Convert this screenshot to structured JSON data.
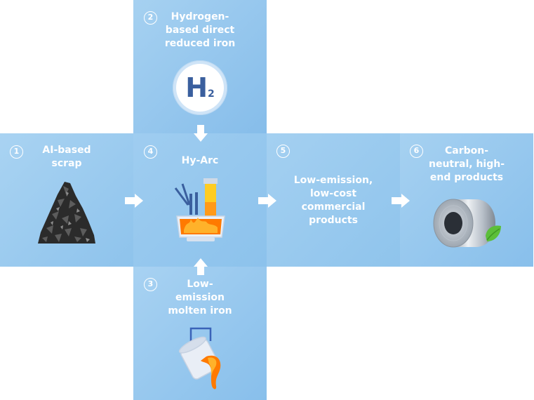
{
  "steps": [
    {
      "number": "1",
      "title": "AI-based\nscrap",
      "icon": "scrap-pile-icon"
    },
    {
      "number": "2",
      "title": "Hydrogen-\nbased direct\nreduced iron",
      "icon": "hydrogen-h2-icon",
      "icon_text": "H",
      "icon_subscript": "2"
    },
    {
      "number": "3",
      "title": "Low-\nemission\nmolten iron",
      "icon": "molten-iron-ladle-icon"
    },
    {
      "number": "4",
      "title": "Hy-Arc",
      "icon": "electric-arc-furnace-icon"
    },
    {
      "number": "5",
      "title": "Low-emission,\nlow-cost\ncommercial\nproducts"
    },
    {
      "number": "6",
      "title": "Carbon-\nneutral, high-\nend products",
      "icon": "steel-coil-leaf-icon"
    }
  ],
  "colors": {
    "tile_light": "#a8d2f2",
    "tile_dark": "#88bfeb",
    "h2_text": "#3a5f9e",
    "molten": "#ff8a00"
  }
}
